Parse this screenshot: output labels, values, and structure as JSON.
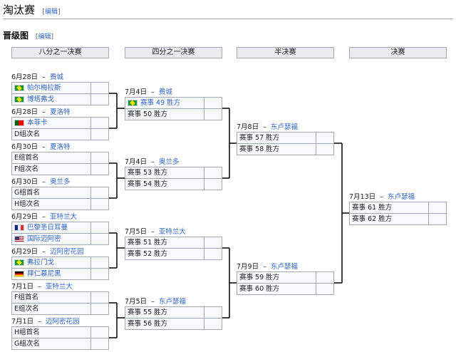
{
  "page": {
    "section_title": "淘汰赛",
    "edit_label": "编辑",
    "subsection_title": "晋级图"
  },
  "rounds": [
    "八分之一决赛",
    "四分之一决赛",
    "半决赛",
    "决赛"
  ],
  "round_of_16": [
    {
      "date": "6月28日",
      "venue": "费城",
      "teams": [
        {
          "name": "帕尔梅拉斯",
          "flag": "brazil"
        },
        {
          "name": "博塔弗戈",
          "flag": "brazil"
        }
      ]
    },
    {
      "date": "6月28日",
      "venue": "夏洛特",
      "teams": [
        {
          "name": "本菲卡",
          "flag": "portugal"
        },
        {
          "name": "D组次名",
          "flag": ""
        }
      ]
    },
    {
      "date": "6月30日",
      "venue": "夏洛特",
      "teams": [
        {
          "name": "E组首名",
          "flag": ""
        },
        {
          "name": "F组次名",
          "flag": ""
        }
      ]
    },
    {
      "date": "6月30日",
      "venue": "奥兰多",
      "teams": [
        {
          "name": "G组首名",
          "flag": ""
        },
        {
          "name": "H组次名",
          "flag": ""
        }
      ]
    },
    {
      "date": "6月29日",
      "venue": "亚特兰大",
      "teams": [
        {
          "name": "巴黎圣日耳曼",
          "flag": "france"
        },
        {
          "name": "国际迈阿密",
          "flag": "usa"
        }
      ]
    },
    {
      "date": "6月29日",
      "venue": "迈阿密花园",
      "teams": [
        {
          "name": "弗拉门戈",
          "flag": "brazil"
        },
        {
          "name": "拜仁慕尼黑",
          "flag": "germany"
        }
      ]
    },
    {
      "date": "7月1日",
      "venue": "亚特兰大",
      "teams": [
        {
          "name": "F组首名",
          "flag": ""
        },
        {
          "name": "E组次名",
          "flag": ""
        }
      ]
    },
    {
      "date": "7月1日",
      "venue": "迈阿密花园",
      "teams": [
        {
          "name": "H组首名",
          "flag": ""
        },
        {
          "name": "G组次名",
          "flag": ""
        }
      ]
    }
  ],
  "quarter_finals": [
    {
      "date": "7月4日",
      "venue": "费城",
      "teams": [
        {
          "name": "赛事 49 胜方",
          "flag": "brazil"
        },
        {
          "name": "赛事 50 胜方",
          "flag": ""
        }
      ]
    },
    {
      "date": "7月4日",
      "venue": "奥兰多",
      "teams": [
        {
          "name": "赛事 53 胜方",
          "flag": ""
        },
        {
          "name": "赛事 54 胜方",
          "flag": ""
        }
      ]
    },
    {
      "date": "7月5日",
      "venue": "亚特兰大",
      "teams": [
        {
          "name": "赛事 51 胜方",
          "flag": ""
        },
        {
          "name": "赛事 52 胜方",
          "flag": ""
        }
      ]
    },
    {
      "date": "7月5日",
      "venue": "东卢瑟福",
      "teams": [
        {
          "name": "赛事 55 胜方",
          "flag": ""
        },
        {
          "name": "赛事 56 胜方",
          "flag": ""
        }
      ]
    }
  ],
  "semi_finals": [
    {
      "date": "7月8日",
      "venue": "东卢瑟福",
      "teams": [
        {
          "name": "赛事 57 胜方",
          "flag": ""
        },
        {
          "name": "赛事 58 胜方",
          "flag": ""
        }
      ]
    },
    {
      "date": "7月9日",
      "venue": "东卢瑟福",
      "teams": [
        {
          "name": "赛事 59 胜方",
          "flag": ""
        },
        {
          "name": "赛事 60 胜方",
          "flag": ""
        }
      ]
    }
  ],
  "final": [
    {
      "date": "7月13日",
      "venue": "东卢瑟福",
      "teams": [
        {
          "name": "赛事 61 胜方",
          "flag": ""
        },
        {
          "name": "赛事 62 胜方",
          "flag": ""
        }
      ]
    }
  ],
  "separator": "–",
  "colors": {
    "link": "#3366cc",
    "header_bg": "#eaecf0",
    "border": "#a2a9b1"
  }
}
